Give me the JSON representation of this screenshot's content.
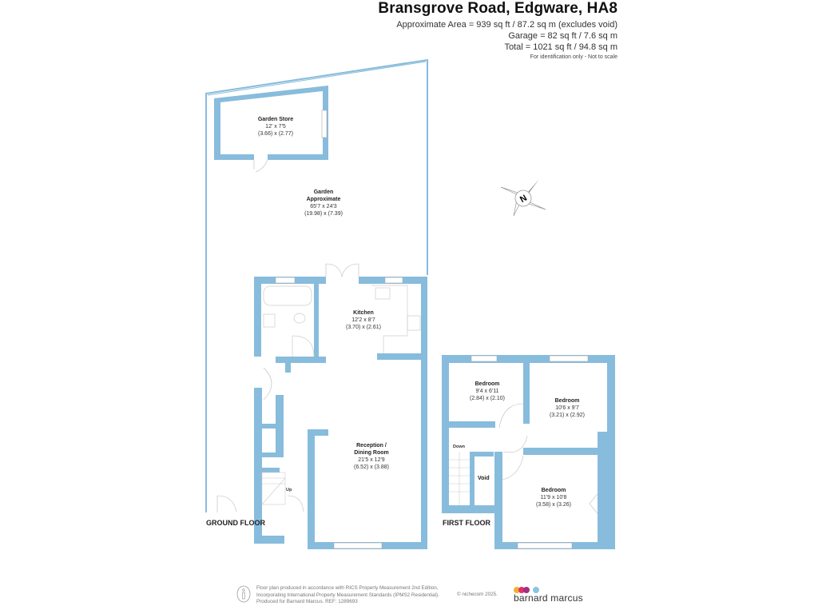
{
  "header": {
    "title": "Bransgrove Road, Edgware, HA8",
    "approximate_area": "Approximate Area = 939 sq ft / 87.2 sq m (excludes void)",
    "garage": "Garage = 82 sq ft / 7.6 sq m",
    "total": "Total = 1021 sq ft / 94.8 sq m",
    "disclaimer": "For identification only - Not to scale"
  },
  "colors": {
    "wall": "#88bcdc",
    "fixture_line": "#c8c8c8",
    "logo_dots": [
      "#f0b030",
      "#e0306a",
      "#a03080",
      "#88c4e4"
    ]
  },
  "compass": {
    "icon": "north-compass-icon",
    "label": "N"
  },
  "ground_floor": {
    "label": "GROUND FLOOR",
    "rooms": {
      "garden_store": {
        "name": "Garden Store",
        "imperial": "12' x 7'5",
        "metric": "(3.66) x (2.77)"
      },
      "garden": {
        "name": "Garden",
        "name2": "Approximate",
        "imperial": "65'7 x 24'3",
        "metric": "(19.98) x (7.39)"
      },
      "kitchen": {
        "name": "Kitchen",
        "imperial": "12'2 x 8'7",
        "metric": "(3.70) x (2.61)"
      },
      "reception": {
        "name": "Reception /",
        "name2": "Dining Room",
        "imperial": "21'5 x 12'9",
        "metric": "(6.52) x (3.88)"
      }
    },
    "stairs_label": "Up"
  },
  "first_floor": {
    "label": "FIRST FLOOR",
    "rooms": {
      "bedroom1": {
        "name": "Bedroom",
        "imperial": "9'4 x 6'11",
        "metric": "(2.84) x (2.10)"
      },
      "bedroom2": {
        "name": "Bedroom",
        "imperial": "10'6 x 9'7",
        "metric": "(3.21) x (2.92)"
      },
      "bedroom3": {
        "name": "Bedroom",
        "imperial": "11'9 x 10'8",
        "metric": "(3.58) x (3.26)"
      },
      "void": {
        "name": "Void"
      }
    },
    "stairs_label": "Down"
  },
  "footer": {
    "line1": "Floor plan produced in accordance with RICS Property Measurement 2nd Edition,",
    "line2": "Incorporating International Property Measurement Standards (IPMS2 Residential).",
    "line3": "Produced for Barnard Marcus.   REF: 1289693",
    "copyright": "© nichecom 2025.",
    "brand": "barnard marcus"
  }
}
